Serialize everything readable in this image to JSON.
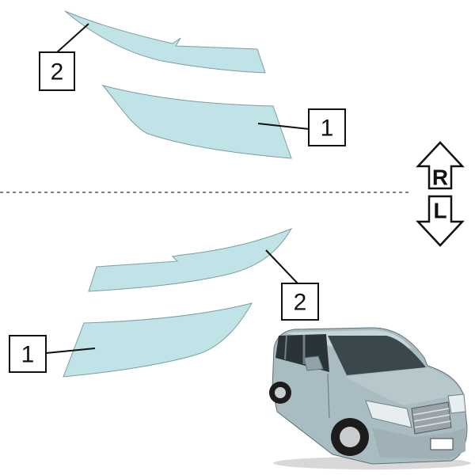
{
  "labels": {
    "one": "1",
    "two": "2"
  },
  "side_indicator": {
    "right": "R",
    "left": "L"
  },
  "colors": {
    "film_fill": "#bfe3e6",
    "film_stroke": "#7d9ea2",
    "van_body": "#a9bcc2"
  }
}
